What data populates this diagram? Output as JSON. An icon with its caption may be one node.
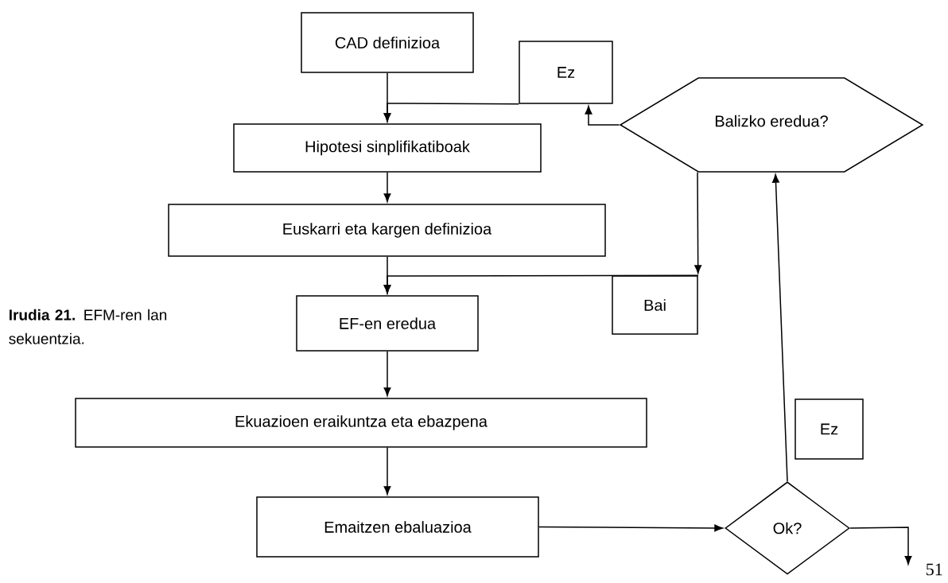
{
  "diagram": {
    "caption": "**Irudia 21.** EFM-ren lan sekuentzia.",
    "nodes": [
      {
        "text": [
          "CAD definizioa"
        ]
      },
      {
        "text": [
          "Ez"
        ]
      },
      {
        "text": [
          "Hipotesi sinplifikatiboak"
        ]
      },
      {
        "text": [
          "Euskarri eta kargen definizioa"
        ]
      },
      {
        "text": [
          "Balizko eredua?"
        ]
      },
      {
        "text": [
          "Bai"
        ]
      },
      {
        "text": [
          "EF-en eredua"
        ]
      },
      {
        "text": [
          "Ekuazioen eraikuntza eta ebazpena"
        ]
      },
      {
        "text": [
          "Ez"
        ]
      },
      {
        "text": [
          "Emaitzen ebaluazioa"
        ]
      },
      {
        "text": [
          "Ok?"
        ]
      }
    ],
    "edges": [
      {
        "from": 0,
        "to": 2,
        "arrow": "to"
      },
      {
        "from": 4,
        "to": 1,
        "arrow": "to"
      },
      {
        "from": 1,
        "to": 2,
        "arrow": "to"
      },
      {
        "from": 2,
        "to": 3,
        "arrow": "to"
      },
      {
        "from": 3,
        "to": 6,
        "arrow": "to"
      },
      {
        "from": 4,
        "to": 5,
        "arrow": "to"
      },
      {
        "from": 5,
        "to": 6,
        "arrow": "to"
      },
      {
        "from": 6,
        "to": 7,
        "arrow": "to"
      },
      {
        "from": 7,
        "to": 9,
        "arrow": "to"
      },
      {
        "from": 9,
        "to": 10,
        "arrow": "to"
      },
      {
        "from": 10,
        "to": 4,
        "arrow": "to"
      },
      {
        "from": 10,
        "to": null,
        "arrow": "to"
      }
    ],
    "labels": [
      "51"
    ]
  }
}
